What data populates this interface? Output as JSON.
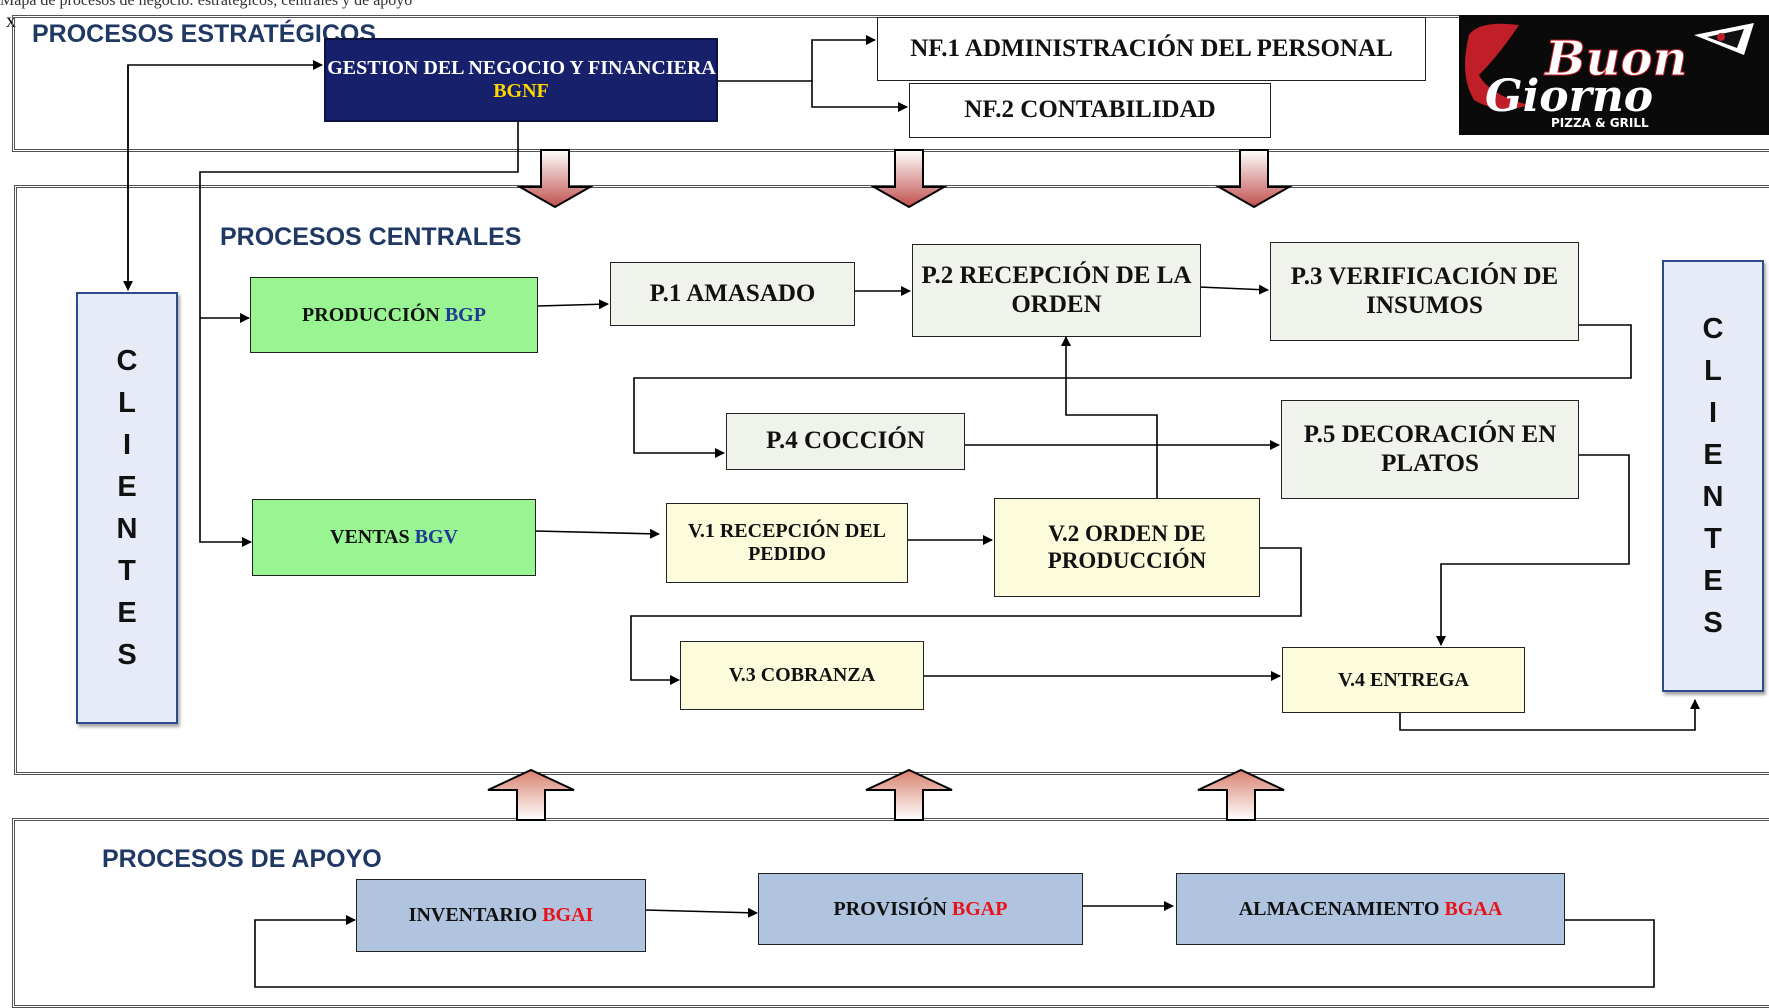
{
  "header_note": "Mapa de procesos de negocio: estratégicos, centrales y de apoyo",
  "corner_mark": "x",
  "sections": {
    "strategic": "PROCESOS ESTRATÉGICOS",
    "central": "PROCESOS CENTRALES",
    "support": "PROCESOS DE APOYO"
  },
  "strategic": {
    "bgnf": {
      "label": "GESTION  DEL NEGOCIO Y FINANCIERA",
      "code": "BGNF",
      "code_color": "#ffd700"
    },
    "nf1": "NF.1 ADMINISTRACIÓN DEL PERSONAL",
    "nf2": "NF.2 CONTABILIDAD"
  },
  "logo": {
    "line1": "Buon",
    "line2": "Giorno",
    "tagline": "PIZZA & GRILL"
  },
  "central": {
    "production": {
      "label": "PRODUCCIÓN",
      "code": "BGP",
      "code_color": "#1f3a93"
    },
    "sales": {
      "label": "VENTAS",
      "code": "BGV",
      "code_color": "#1f3a93"
    },
    "p1": "P.1 AMASADO",
    "p2": "P.2 RECEPCIÓN DE LA ORDEN",
    "p3": "P.3 VERIFICACIÓN DE INSUMOS",
    "p4": "P.4 COCCIÓN",
    "p5": "P.5 DECORACIÓN EN PLATOS",
    "v1": "V.1 RECEPCIÓN DEL PEDIDO",
    "v2": "V.2 ORDEN DE PRODUCCIÓN",
    "v3": "V.3 COBRANZA",
    "v4": "V.4 ENTREGA"
  },
  "clients": [
    "C",
    "L",
    "I",
    "E",
    "N",
    "T",
    "E",
    "S"
  ],
  "support": {
    "inventory": {
      "label": "INVENTARIO",
      "code": "BGAI",
      "code_color": "#e8121b"
    },
    "provision": {
      "label": "PROVISIÓN",
      "code": "BGAP",
      "code_color": "#e8121b"
    },
    "storage": {
      "label": "ALMACENAMIENTO",
      "code": "BGAA",
      "code_color": "#e8121b"
    }
  },
  "colors": {
    "navy": "#17206b",
    "green": "#98f591",
    "gray": "#f0f3ec",
    "yellow": "#fcfcdc",
    "blue": "#b0c4e0",
    "arrow_gradient_top": "#ffffff",
    "arrow_gradient_bottom": "#c0504d"
  }
}
